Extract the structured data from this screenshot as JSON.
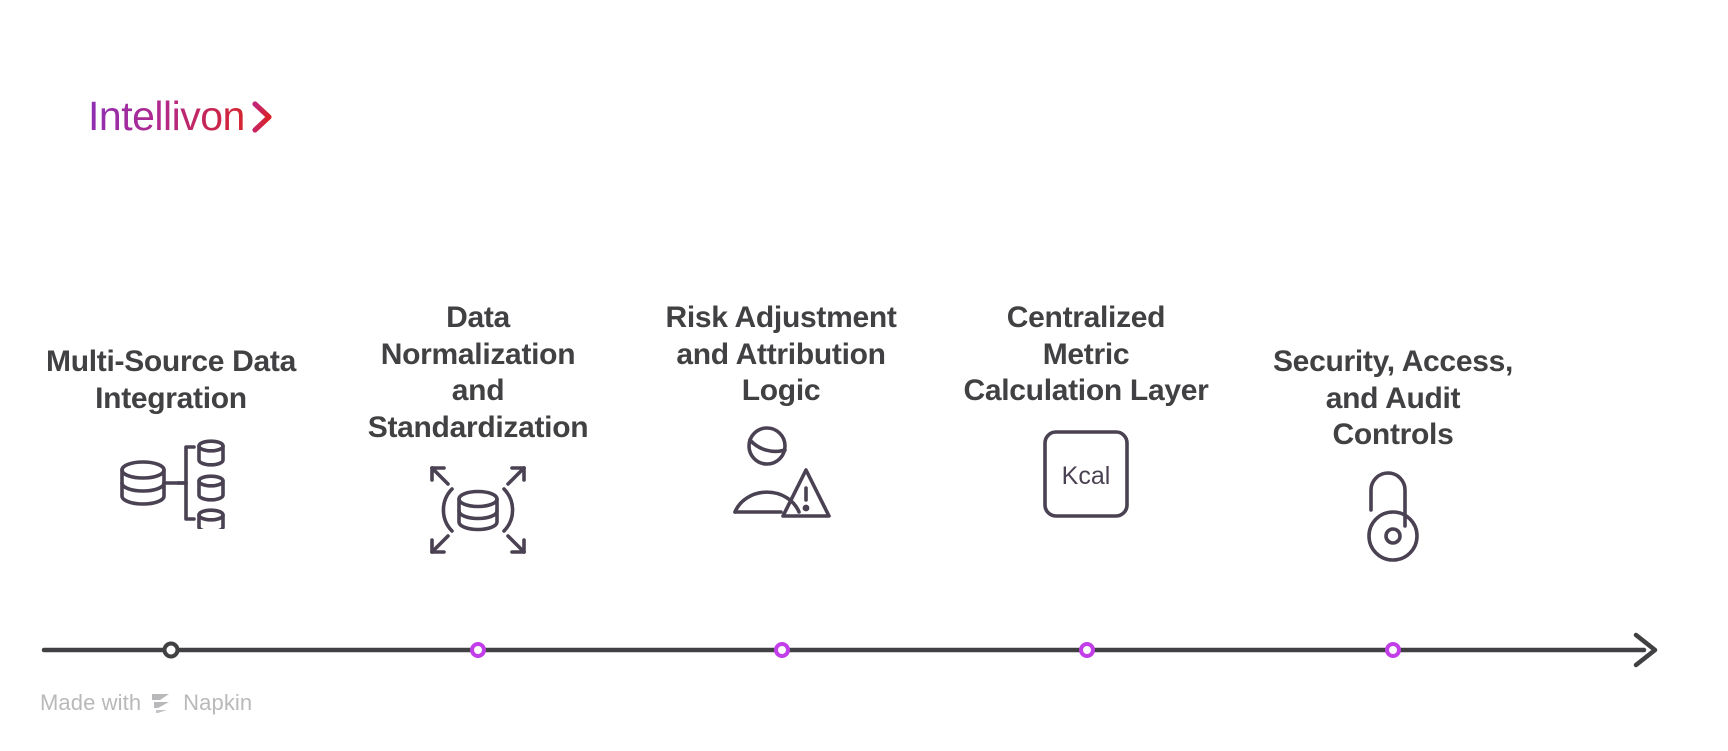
{
  "brand": {
    "name": "Intellivon",
    "chevron_icon": "chevron-right-icon",
    "gradient_from": "#8c2fb5",
    "gradient_to": "#d8232a"
  },
  "timeline": {
    "axis_color": "#414042",
    "first_marker_color": "#414042",
    "marker_color": "#c13ee8",
    "arrow_icon": "arrow-right-icon"
  },
  "steps": [
    {
      "index": 1,
      "title": "Multi-Source Data Integration",
      "icon": "database-integration-icon",
      "marker": "timeline-marker-1"
    },
    {
      "index": 2,
      "title": "Data Normalization and Standardization",
      "icon": "database-expand-icon",
      "marker": "timeline-marker-2"
    },
    {
      "index": 3,
      "title": "Risk Adjustment and Attribution Logic",
      "icon": "person-warning-icon",
      "marker": "timeline-marker-3"
    },
    {
      "index": 4,
      "title": "Centralized Metric Calculation Layer",
      "icon": "kcal-box-icon",
      "icon_label": "Kcal",
      "marker": "timeline-marker-4"
    },
    {
      "index": 5,
      "title": "Security, Access, and Audit Controls",
      "icon": "padlock-open-icon",
      "marker": "timeline-marker-5"
    }
  ],
  "footer": {
    "made_with": "Made with",
    "product": "Napkin",
    "mark_icon": "napkin-logo-icon",
    "color": "#b9b9bb"
  }
}
